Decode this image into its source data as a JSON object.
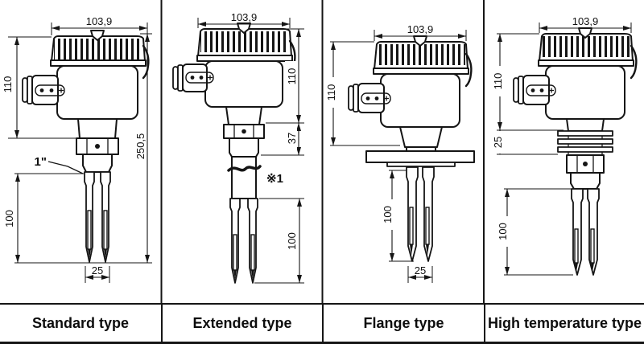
{
  "figure": {
    "description": "Dimensional drawings of tuning fork level switch variants",
    "units_style": "comma-decimal millimetres"
  },
  "colors": {
    "line": "#151515",
    "background": "#ffffff"
  },
  "panels": [
    {
      "label": "Standard type",
      "dims": {
        "cap_width": "103,9",
        "head_height": "110",
        "total_height": "250,5",
        "fork_length": "100",
        "fork_width": "25",
        "thread_size": "1\""
      }
    },
    {
      "label": "Extended type",
      "dims": {
        "cap_width": "103,9",
        "head_height": "110",
        "nut_length": "37",
        "fork_length": "100",
        "extension_note": "※1"
      }
    },
    {
      "label": "Flange type",
      "dims": {
        "cap_width": "103,9",
        "head_height": "110",
        "fork_length": "100",
        "fork_width": "25"
      }
    },
    {
      "label": "High temperature type",
      "dims": {
        "cap_width": "103,9",
        "head_height": "110",
        "fin_section": "25",
        "fork_length": "100"
      }
    }
  ]
}
